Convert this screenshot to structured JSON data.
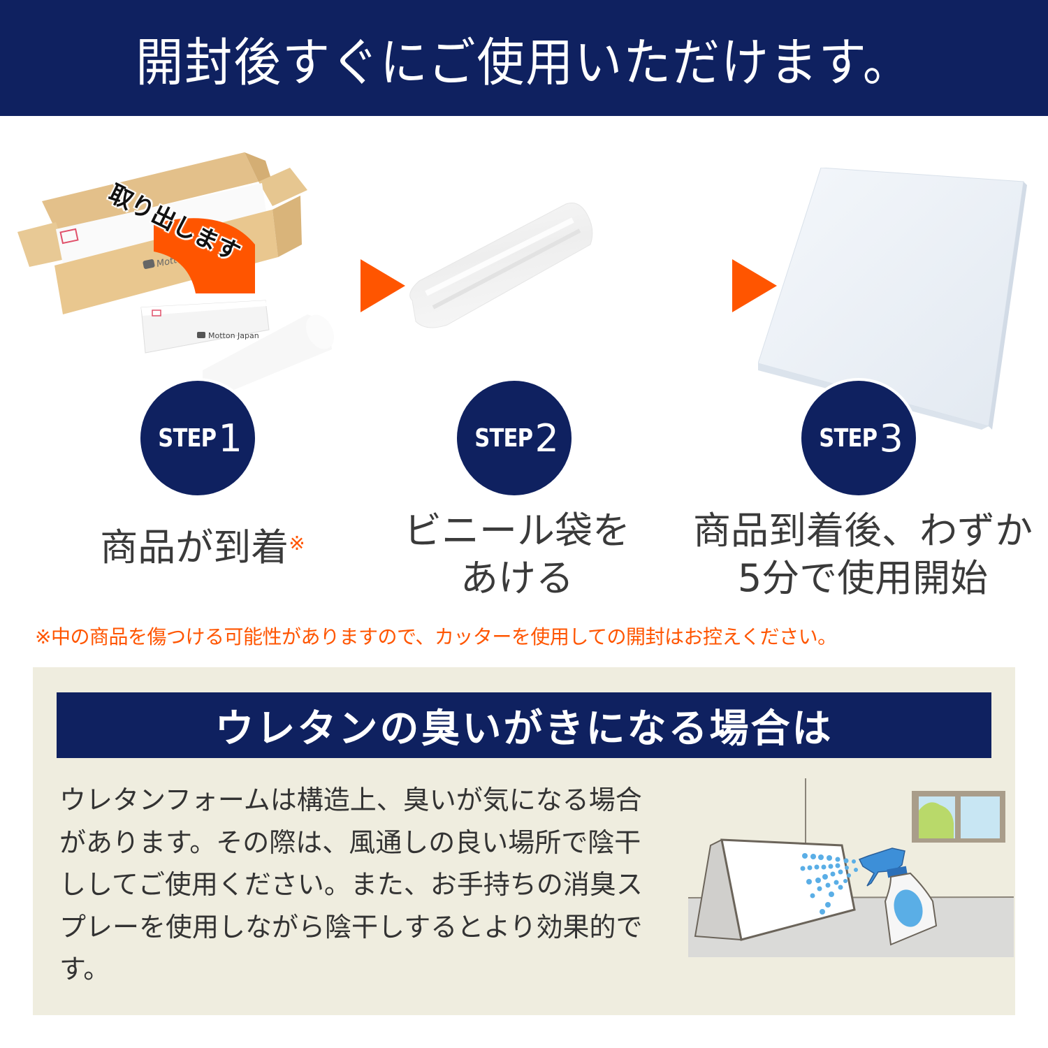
{
  "hero": {
    "title": "開封後すぐにご使用いただけます。",
    "background": "#0f2160"
  },
  "steps": [
    {
      "word": "STEP",
      "number": "1",
      "caption_lines": [
        "商品が到着"
      ],
      "caption_mark": "※",
      "image_label": "取り出します",
      "brand_text": "Motton Japan",
      "image": "cardboard-box-with-rolled-mattress"
    },
    {
      "word": "STEP",
      "number": "2",
      "caption_lines": [
        "ビニール袋を",
        "あける"
      ],
      "image": "plastic-wrapped-roll"
    },
    {
      "word": "STEP",
      "number": "3",
      "caption_lines": [
        "商品到着後、わずか",
        "5分で使用開始"
      ],
      "image": "white-mattress"
    }
  ],
  "arrow_color": "#ff5500",
  "note": "※中の商品を傷つける可能性がありますので、カッターを使用しての開封はお控えください。",
  "odor_section": {
    "title": "ウレタンの臭いがきになる場合は",
    "body_lines": [
      "ウレタンフォームは構造上、臭いが気になる場合",
      "があります。その際は、風通しの良い場所で陰干",
      "ししてご使用ください。また、お手持ちの消臭ス",
      "プレーを使用しながら陰干しするとより効果的で",
      "す。"
    ],
    "illustration": "mattress-airing-with-deodorant-spray",
    "background": "#efeddf"
  }
}
